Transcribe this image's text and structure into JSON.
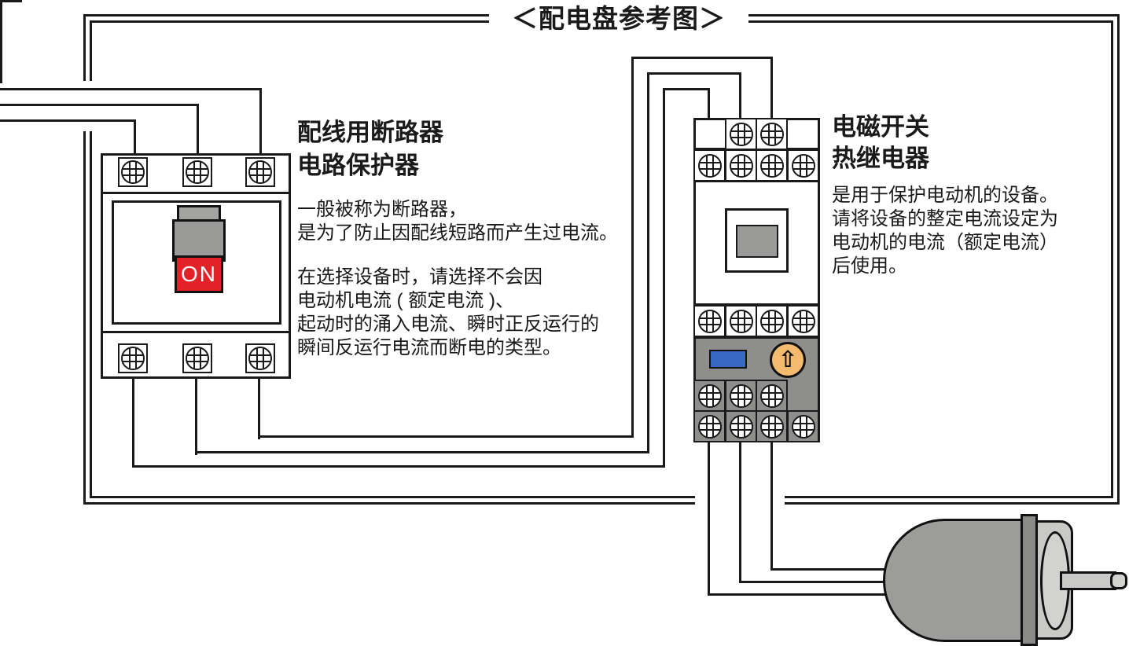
{
  "title": "＜配电盘参考图＞",
  "breaker": {
    "heading": [
      "配线用断路器",
      "电路保护器"
    ],
    "para1": [
      "一般被称为断路器，",
      "是为了防止因配线短路而产生过电流。"
    ],
    "para2": [
      "在选择设备时，请选择不会因",
      "电动机电流 ( 额定电流 )、",
      "起动时的涌入电流、瞬时正反运行的",
      "瞬间反运行电流而断电的类型。"
    ],
    "switch_label": "ON"
  },
  "contactor": {
    "heading": [
      "电磁开关",
      "热继电器"
    ],
    "para": [
      "是用于保护电动机的设备。",
      "请将设备的整定电流设定为",
      "电动机的电流（额定电流）",
      "后使用。"
    ]
  },
  "icons": {
    "screw": "phillips-screw-icon",
    "dial_arrow": "⇧"
  },
  "colors": {
    "line": "#1a1a1a",
    "switch_red": "#e32227",
    "knob_gray": "#9a9a98",
    "relay_gray": "#8e8e8c",
    "indicator_blue": "#3668c4",
    "dial_orange": "#f4bb70",
    "motor_gray": "#9c9c9a"
  }
}
